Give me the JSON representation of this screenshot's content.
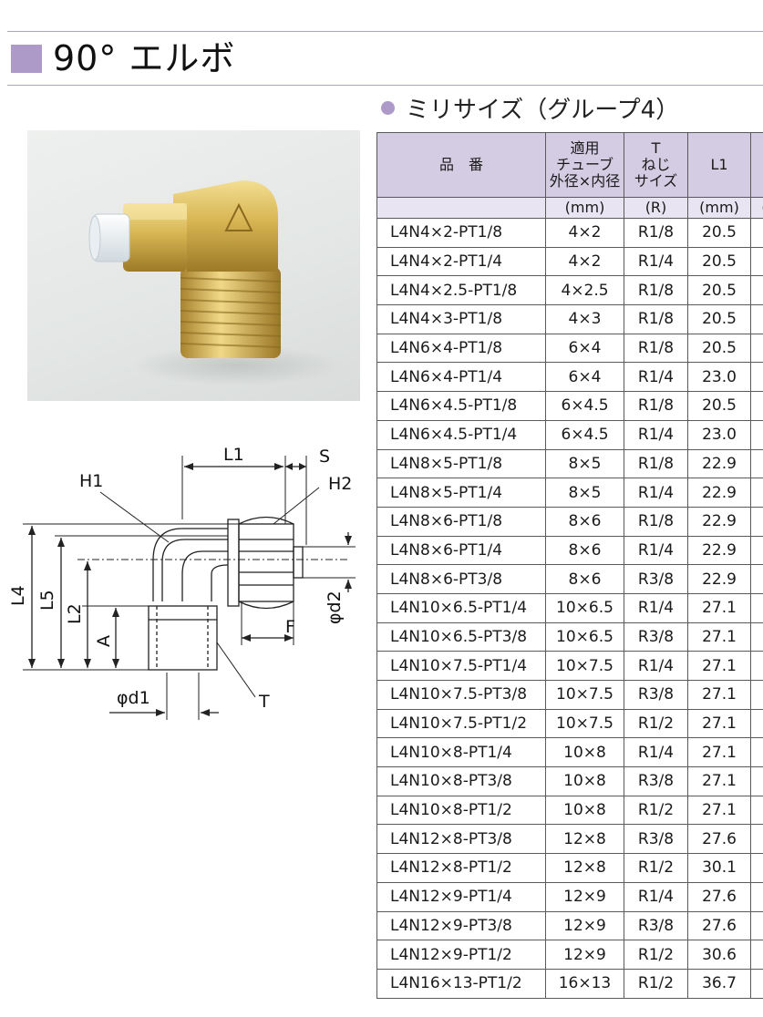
{
  "title": "90° エルボ",
  "subtitle": "ミリサイズ（グループ4）",
  "diagram": {
    "labels": {
      "L1": "L1",
      "S": "S",
      "H1": "H1",
      "H2": "H2",
      "L4": "L4",
      "L5": "L5",
      "L2": "L2",
      "A": "A",
      "F": "F",
      "d2": "φd2",
      "d1": "φd1",
      "T": "T"
    }
  },
  "table": {
    "headers": {
      "part": "品　番",
      "tube_lines": [
        "適用",
        "チューブ",
        "外径×内径"
      ],
      "thread_lines": [
        "T",
        "ねじ",
        "サイズ"
      ],
      "l1": "L1"
    },
    "units": {
      "part": "",
      "tube": "(mm)",
      "thread": "(R)",
      "l1": "(mm)",
      "extra": "("
    },
    "rows": [
      [
        "L4N4×2-PT1/8",
        "4×2",
        "R1/8",
        "20.5"
      ],
      [
        "L4N4×2-PT1/4",
        "4×2",
        "R1/4",
        "20.5"
      ],
      [
        "L4N4×2.5-PT1/8",
        "4×2.5",
        "R1/8",
        "20.5"
      ],
      [
        "L4N4×3-PT1/8",
        "4×3",
        "R1/8",
        "20.5"
      ],
      [
        "L4N6×4-PT1/8",
        "6×4",
        "R1/8",
        "20.5"
      ],
      [
        "L4N6×4-PT1/4",
        "6×4",
        "R1/4",
        "23.0"
      ],
      [
        "L4N6×4.5-PT1/8",
        "6×4.5",
        "R1/8",
        "20.5"
      ],
      [
        "L4N6×4.5-PT1/4",
        "6×4.5",
        "R1/4",
        "23.0"
      ],
      [
        "L4N8×5-PT1/8",
        "8×5",
        "R1/8",
        "22.9"
      ],
      [
        "L4N8×5-PT1/4",
        "8×5",
        "R1/4",
        "22.9"
      ],
      [
        "L4N8×6-PT1/8",
        "8×6",
        "R1/8",
        "22.9"
      ],
      [
        "L4N8×6-PT1/4",
        "8×6",
        "R1/4",
        "22.9"
      ],
      [
        "L4N8×6-PT3/8",
        "8×6",
        "R3/8",
        "22.9"
      ],
      [
        "L4N10×6.5-PT1/4",
        "10×6.5",
        "R1/4",
        "27.1"
      ],
      [
        "L4N10×6.5-PT3/8",
        "10×6.5",
        "R3/8",
        "27.1"
      ],
      [
        "L4N10×7.5-PT1/4",
        "10×7.5",
        "R1/4",
        "27.1"
      ],
      [
        "L4N10×7.5-PT3/8",
        "10×7.5",
        "R3/8",
        "27.1"
      ],
      [
        "L4N10×7.5-PT1/2",
        "10×7.5",
        "R1/2",
        "27.1"
      ],
      [
        "L4N10×8-PT1/4",
        "10×8",
        "R1/4",
        "27.1"
      ],
      [
        "L4N10×8-PT3/8",
        "10×8",
        "R3/8",
        "27.1"
      ],
      [
        "L4N10×8-PT1/2",
        "10×8",
        "R1/2",
        "27.1"
      ],
      [
        "L4N12×8-PT3/8",
        "12×8",
        "R3/8",
        "27.6"
      ],
      [
        "L4N12×8-PT1/2",
        "12×8",
        "R1/2",
        "30.1"
      ],
      [
        "L4N12×9-PT1/4",
        "12×9",
        "R1/4",
        "27.6"
      ],
      [
        "L4N12×9-PT3/8",
        "12×9",
        "R3/8",
        "27.6"
      ],
      [
        "L4N12×9-PT1/2",
        "12×9",
        "R1/2",
        "30.6"
      ],
      [
        "L4N16×13-PT1/2",
        "16×13",
        "R1/2",
        "36.7"
      ]
    ]
  },
  "colors": {
    "accent": "#ae9ac8",
    "header_bg": "#d4cce3",
    "unit_bg": "#e9e4f1",
    "brass": "#c9a544"
  }
}
